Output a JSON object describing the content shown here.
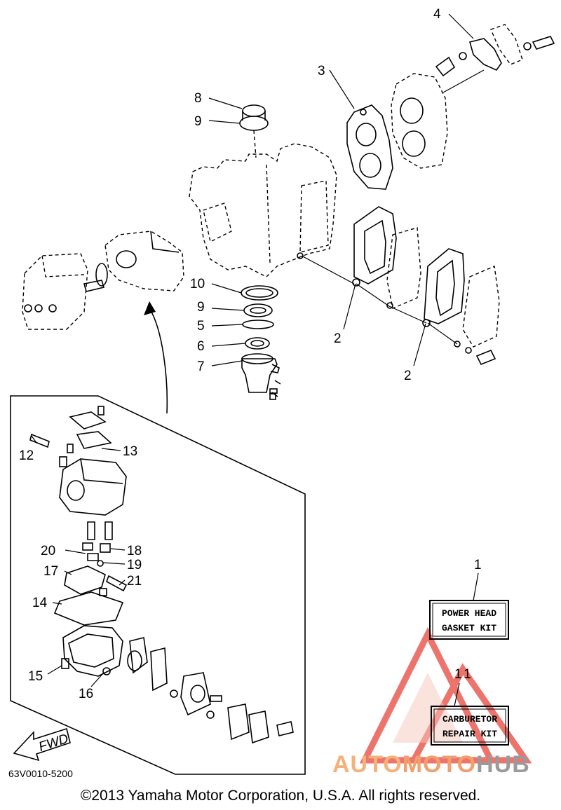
{
  "callouts": {
    "n1": "1",
    "n2a": "2",
    "n2b": "2",
    "n3": "3",
    "n4": "4",
    "n5": "5",
    "n6": "6",
    "n7": "7",
    "n8": "8",
    "n9a": "9",
    "n9b": "9",
    "n10": "10",
    "n11": "11",
    "n12": "12",
    "n13": "13",
    "n14": "14",
    "n15": "15",
    "n16": "16",
    "n17": "17",
    "n18": "18",
    "n19": "19",
    "n20": "20",
    "n21": "21"
  },
  "kits": {
    "power_head_line1": "POWER HEAD",
    "power_head_line2": "GASKET KIT",
    "carburetor_line1": "CARBURETOR",
    "carburetor_line2": "REPAIR KIT"
  },
  "fwd_label": "FWD",
  "part_code": "63V0010-5200",
  "copyright": "©2013 Yamaha Motor Corporation, U.S.A. All rights reserved.",
  "watermark": {
    "part1": "AUTO",
    "part2": "MOTO",
    "part3": "HUB",
    "colors": {
      "auto": "#f4b27a",
      "moto": "#f1a06d",
      "hub": "#9a9a9a",
      "logo": "#e8463c"
    }
  }
}
